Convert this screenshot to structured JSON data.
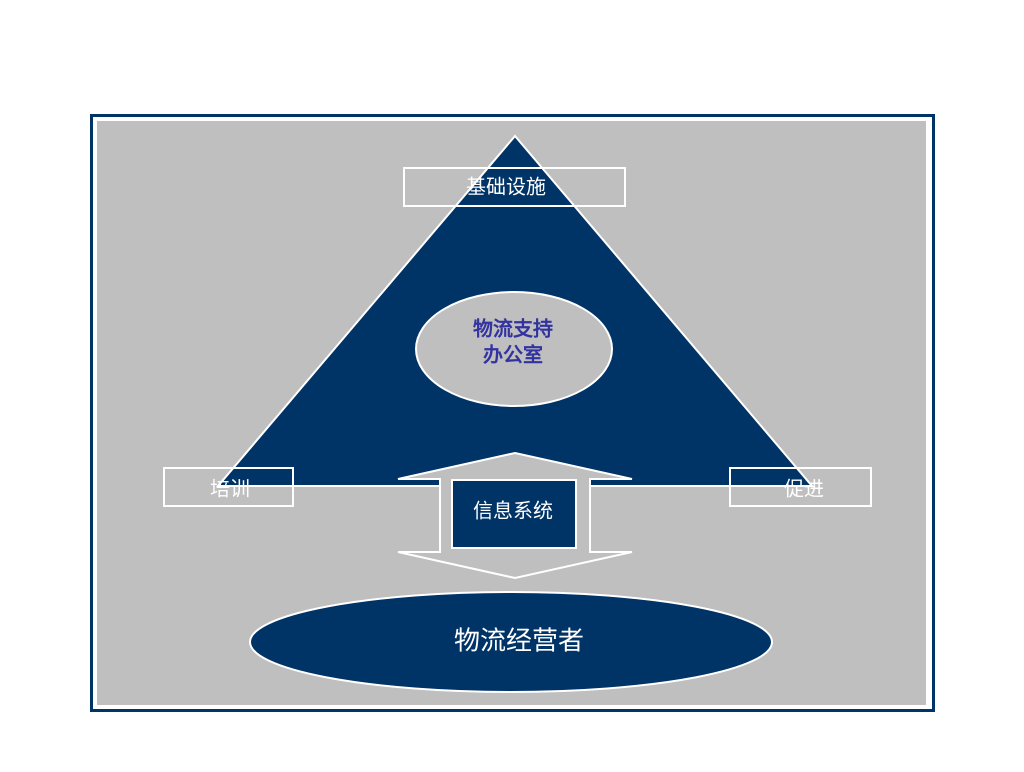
{
  "diagram": {
    "top_label": "基础设施",
    "center_label_line1": "物流支持",
    "center_label_line2": "办公室",
    "left_label": "培训",
    "right_label": "促进",
    "info_label": "信息系统",
    "bottom_label": "物流经营者"
  },
  "colors": {
    "navy": "#003366",
    "panel_gray": "#BFBFBF",
    "white": "#FFFFFF",
    "ellipse_gray": "#BFBFBF",
    "center_text": "#3333A0"
  }
}
